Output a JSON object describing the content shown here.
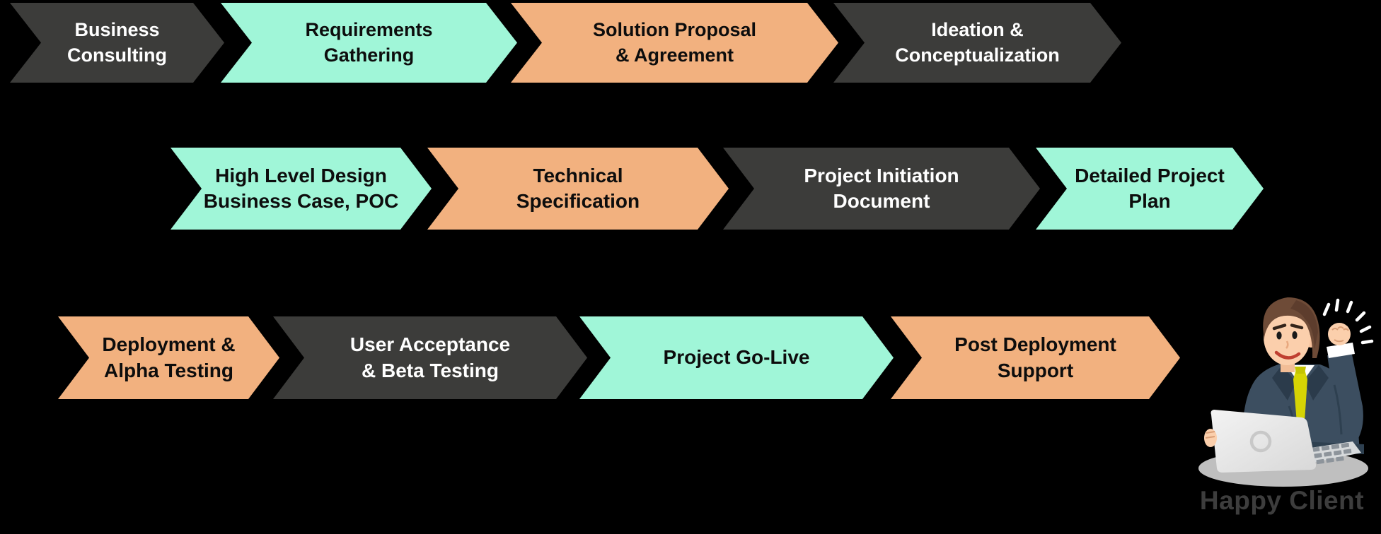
{
  "background": "#000000",
  "colors": {
    "dark": {
      "bg": "#3C3C3A",
      "text": "#FFFFFF"
    },
    "mint": {
      "bg": "#A0F6D8",
      "text": "#0D0D0D"
    },
    "orange": {
      "bg": "#F2B17F",
      "text": "#0D0D0D"
    }
  },
  "flow": {
    "rows": [
      {
        "steps": [
          {
            "label": "Business\nConsulting",
            "theme": "dark"
          },
          {
            "label": "Requirements\nGathering",
            "theme": "mint"
          },
          {
            "label": "Solution Proposal\n& Agreement",
            "theme": "orange"
          },
          {
            "label": "Ideation &\nConceptualization",
            "theme": "dark"
          }
        ]
      },
      {
        "steps": [
          {
            "label": "High Level Design\nBusiness Case, POC",
            "theme": "mint"
          },
          {
            "label": "Technical\nSpecification",
            "theme": "orange"
          },
          {
            "label": "Project Initiation\nDocument",
            "theme": "dark"
          },
          {
            "label": "Detailed Project\nPlan",
            "theme": "mint"
          }
        ]
      },
      {
        "steps": [
          {
            "label": "Deployment &\nAlpha Testing",
            "theme": "orange"
          },
          {
            "label": "User Acceptance\n& Beta Testing",
            "theme": "dark"
          },
          {
            "label": "Project Go-Live",
            "theme": "mint"
          },
          {
            "label": "Post Deployment\nSupport",
            "theme": "orange"
          }
        ]
      }
    ]
  },
  "illustration": {
    "caption": "Happy Client",
    "figure": "businessman-with-laptop-raising-fist",
    "suit_color": "#3C4E60",
    "tie_color": "#D6D404",
    "skin_color": "#FBCFAC",
    "caption_color": "#3D3D3D"
  }
}
